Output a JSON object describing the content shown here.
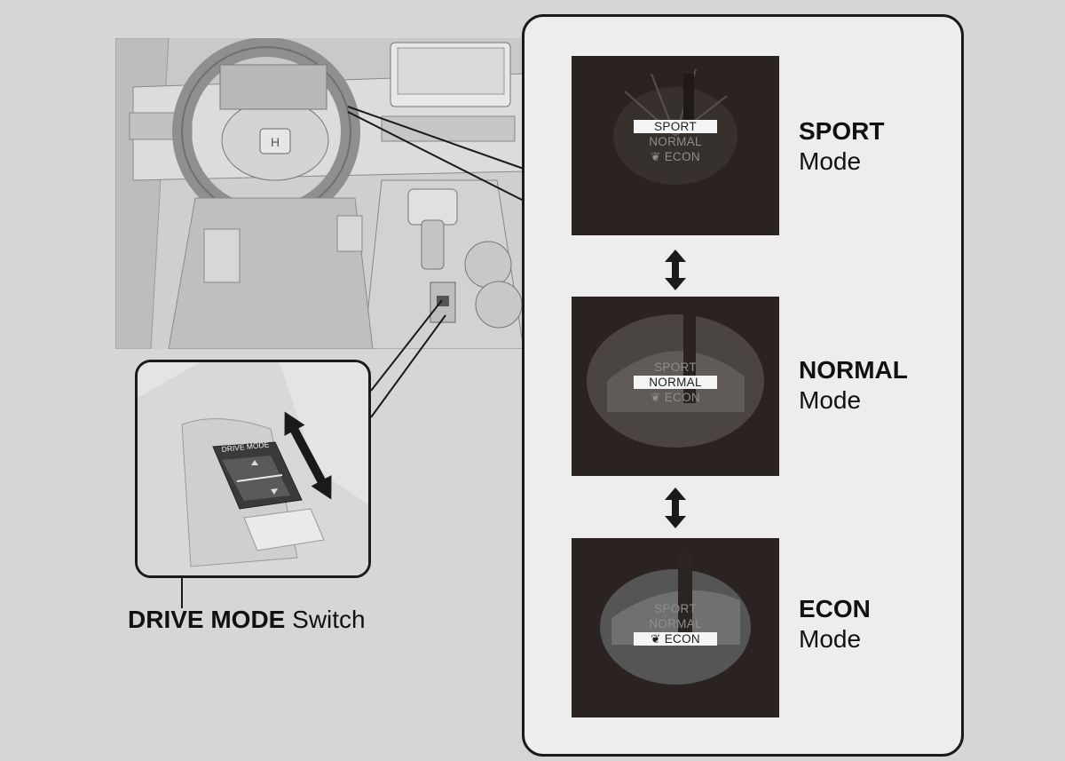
{
  "callout": {
    "switch_name": "DRIVE MODE",
    "switch_suffix": "Switch"
  },
  "inset": {
    "switch_panel_label": "DRIVE MODE"
  },
  "menu_options": [
    "SPORT",
    "NORMAL",
    "ECON"
  ],
  "modes": [
    {
      "name": "SPORT",
      "suffix": "Mode",
      "selected_index": 0
    },
    {
      "name": "NORMAL",
      "suffix": "Mode",
      "selected_index": 1
    },
    {
      "name": "ECON",
      "suffix": "Mode",
      "selected_index": 2
    }
  ],
  "icons": {
    "econ_leaf": "leaf-icon",
    "cycle_arrows": "double-arrow-icon",
    "switch_arrows": "double-arrow-icon"
  },
  "colors": {
    "page_bg": "#d6d6d6",
    "panel_bg": "#ededed",
    "screen_bg": "#2b2321",
    "highlight_bg": "#f5f5f5",
    "line": "#1a1a1a"
  }
}
